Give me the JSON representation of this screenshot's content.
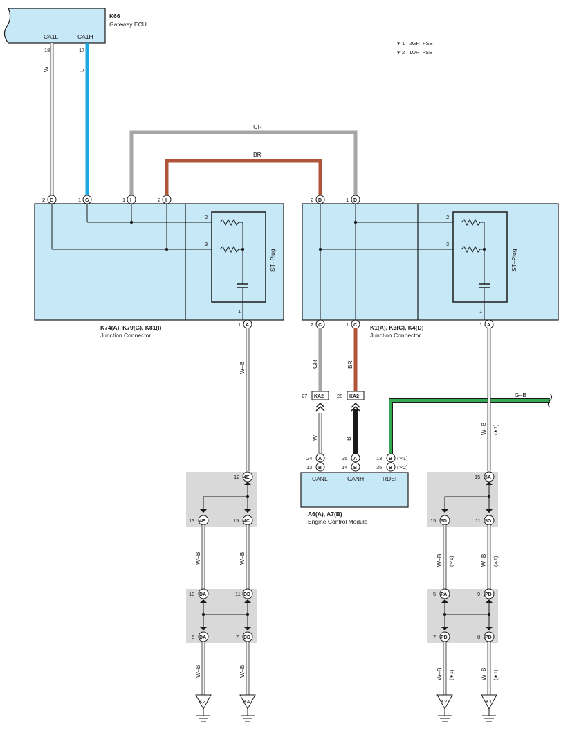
{
  "colors": {
    "box_fill": "#c7e8f7",
    "gray_box": "#d9d9d9",
    "wire_white": "#e8e8e8",
    "wire_blue": "#1ea8e2",
    "wire_gray": "#a6a6a6",
    "wire_brown": "#b0553a",
    "wire_black": "#1a1a1a",
    "wire_green": "#34a853"
  },
  "legend": [
    {
      "mark": "∗",
      "text": "1 : 2GR–FSE"
    },
    {
      "mark": "∗",
      "text": "2 : 1UR–FSE"
    }
  ],
  "gateway": {
    "id": "K66",
    "name": "Gateway ECU",
    "pins": [
      {
        "label": "CA1L",
        "num": "18",
        "wire": "W"
      },
      {
        "label": "CA1H",
        "num": "17",
        "wire": "L"
      }
    ]
  },
  "top_wires": [
    {
      "label": "GR"
    },
    {
      "label": "BR"
    }
  ],
  "junction_left": {
    "id": "K74(A), K79(G), K81(I)",
    "name": "Junction Connector",
    "top_pins": [
      {
        "num": "2",
        "letter": "G"
      },
      {
        "num": "1",
        "letter": "G"
      },
      {
        "num": "1",
        "letter": "I"
      },
      {
        "num": "2",
        "letter": "I"
      }
    ],
    "plug": {
      "label": "ST–Plug",
      "pin_top": "2",
      "pin_mid": "3",
      "pin_bot": "1"
    },
    "bottom_pin": {
      "num": "1",
      "letter": "A"
    }
  },
  "junction_right": {
    "id": "K1(A), K3(C), K4(D)",
    "name": "Junction Connector",
    "top_pins": [
      {
        "num": "2",
        "letter": "D"
      },
      {
        "num": "1",
        "letter": "D"
      }
    ],
    "plug": {
      "label": "ST–Plug",
      "pin_top": "2",
      "pin_mid": "3",
      "pin_bot": "1"
    },
    "bottom_pins": [
      {
        "num": "2",
        "letter": "C"
      },
      {
        "num": "1",
        "letter": "C"
      },
      {
        "num": "1",
        "letter": "A"
      }
    ]
  },
  "wires_mid": [
    {
      "label": "GR"
    },
    {
      "label": "BR"
    },
    {
      "label": "W–B"
    },
    {
      "label": "W–B",
      "note": "(∗1)"
    },
    {
      "label": "G–B"
    },
    {
      "label": "W"
    },
    {
      "label": "B"
    }
  ],
  "ka2": [
    {
      "num": "27",
      "label": "KA2"
    },
    {
      "num": "28",
      "label": "KA2"
    }
  ],
  "ecm": {
    "id": "A6(A), A7(B)",
    "name": "Engine Control Module",
    "terminals": [
      "CANL",
      "CANH",
      "RDEF"
    ],
    "rows": [
      {
        "left_num": "24",
        "left_letter": "A",
        "mid_num": "25",
        "mid_letter": "A",
        "right_num": "13",
        "right_letter": "B",
        "note": "(∗1)"
      },
      {
        "left_num": "13",
        "left_letter": "B",
        "mid_num": "14",
        "mid_letter": "B",
        "right_num": "35",
        "right_letter": "B",
        "note": "(∗2)"
      }
    ]
  },
  "splices": {
    "left_upper": {
      "in_num": "12",
      "in_label": "4E",
      "out": [
        {
          "num": "13",
          "label": "4E"
        },
        {
          "num": "15",
          "label": "4C"
        }
      ]
    },
    "left_lower": {
      "in": [
        {
          "num": "10",
          "label": "DA"
        },
        {
          "num": "11",
          "label": "DD"
        }
      ],
      "out": [
        {
          "num": "5",
          "label": "DA"
        },
        {
          "num": "7",
          "label": "DD"
        }
      ]
    },
    "right_upper": {
      "in_num": "15",
      "in_label": "5A",
      "out": [
        {
          "num": "15",
          "label": "5D"
        },
        {
          "num": "11",
          "label": "5G"
        }
      ]
    },
    "right_lower": {
      "in": [
        {
          "num": "5",
          "label": "PA"
        },
        {
          "num": "9",
          "label": "PD"
        }
      ],
      "out": [
        {
          "num": "7",
          "label": "PD"
        },
        {
          "num": "8",
          "label": "PD"
        }
      ]
    }
  },
  "branch_wires": {
    "left": [
      {
        "label": "W–B"
      },
      {
        "label": "W–B"
      }
    ],
    "right": [
      {
        "label": "W–B",
        "note": "(∗1)"
      },
      {
        "label": "W–B",
        "note": "(∗1)"
      }
    ]
  },
  "grounds": [
    "K2",
    "K4",
    "K2",
    "K1"
  ]
}
